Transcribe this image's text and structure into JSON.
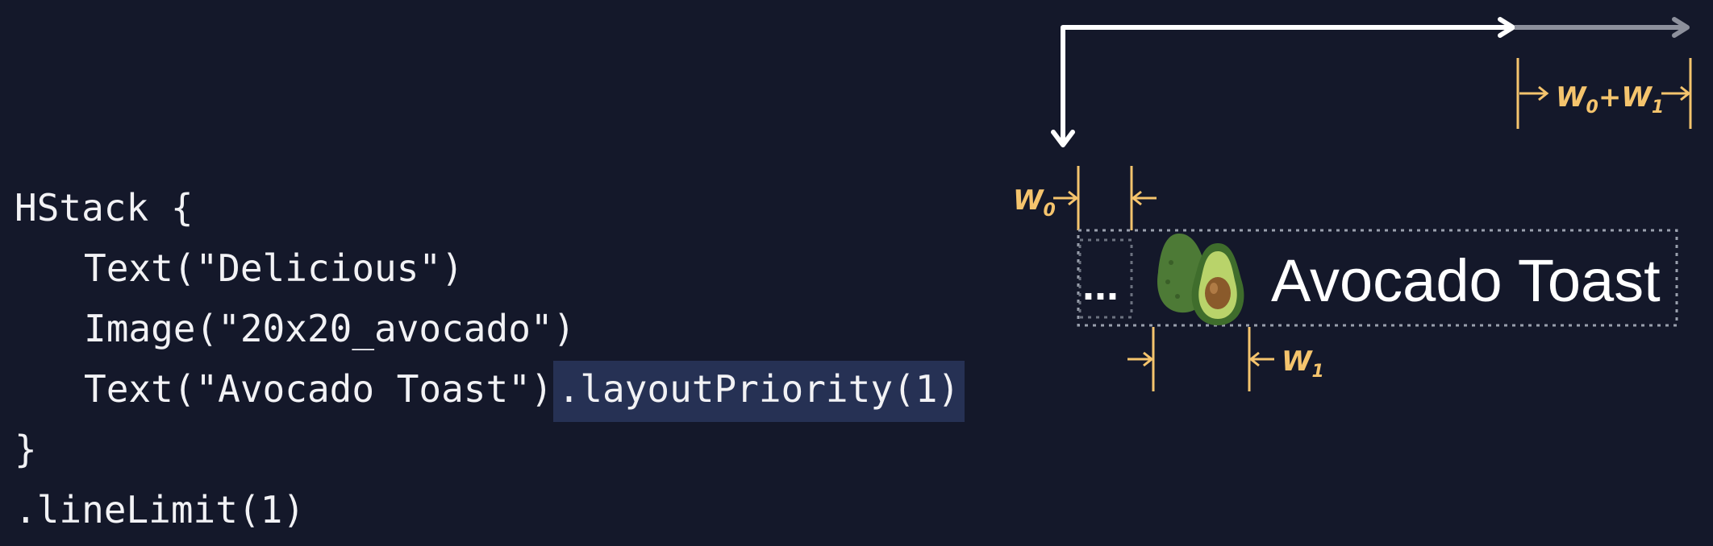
{
  "code": {
    "line1": "HStack {",
    "line2": "Text(\"Delicious\")",
    "line3": "Image(\"20x20_avocado\")",
    "line4_text": "Text(\"Avocado Toast\")",
    "line4_modifier": ".layoutPriority(1)",
    "line5": "}",
    "line6": ".lineLimit(1)"
  },
  "diagram": {
    "w0_base": "W",
    "w0_sub": "0",
    "w1_base": "W",
    "w1_sub": "1",
    "sum_w0_base": "W",
    "sum_w0_sub": "0",
    "sum_plus": "+",
    "sum_w1_base": "W",
    "sum_w1_sub": "1",
    "truncated_text": "...",
    "toast_text": "Avocado Toast",
    "image_icon": "avocado-icon"
  },
  "colors": {
    "background": "#14182a",
    "code_text": "#f2f2f5",
    "highlight": "#263154",
    "accent": "#f5c46d",
    "arrow_white": "#ffffff",
    "arrow_gray": "#8d909c",
    "avocado_dark": "#4d7a36",
    "avocado_flesh": "#b9d36a",
    "avocado_pit": "#8a5a2b"
  }
}
